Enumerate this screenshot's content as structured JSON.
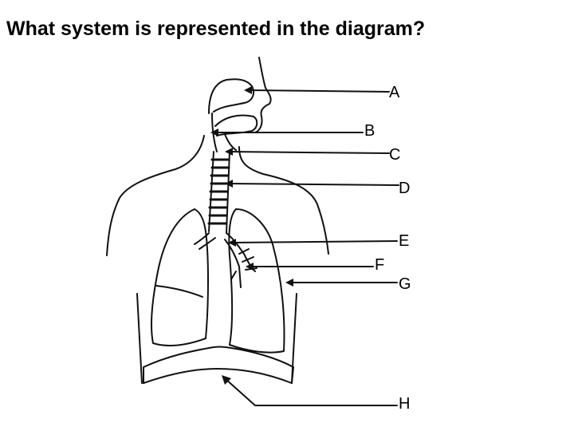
{
  "question": "What system is represented in the diagram?",
  "labels": {
    "a": "A",
    "b": "B",
    "c": "C",
    "d": "D",
    "e": "E",
    "f": "F",
    "g": "G",
    "h": "H"
  },
  "colors": {
    "line": "#111111",
    "background": "#ffffff"
  }
}
